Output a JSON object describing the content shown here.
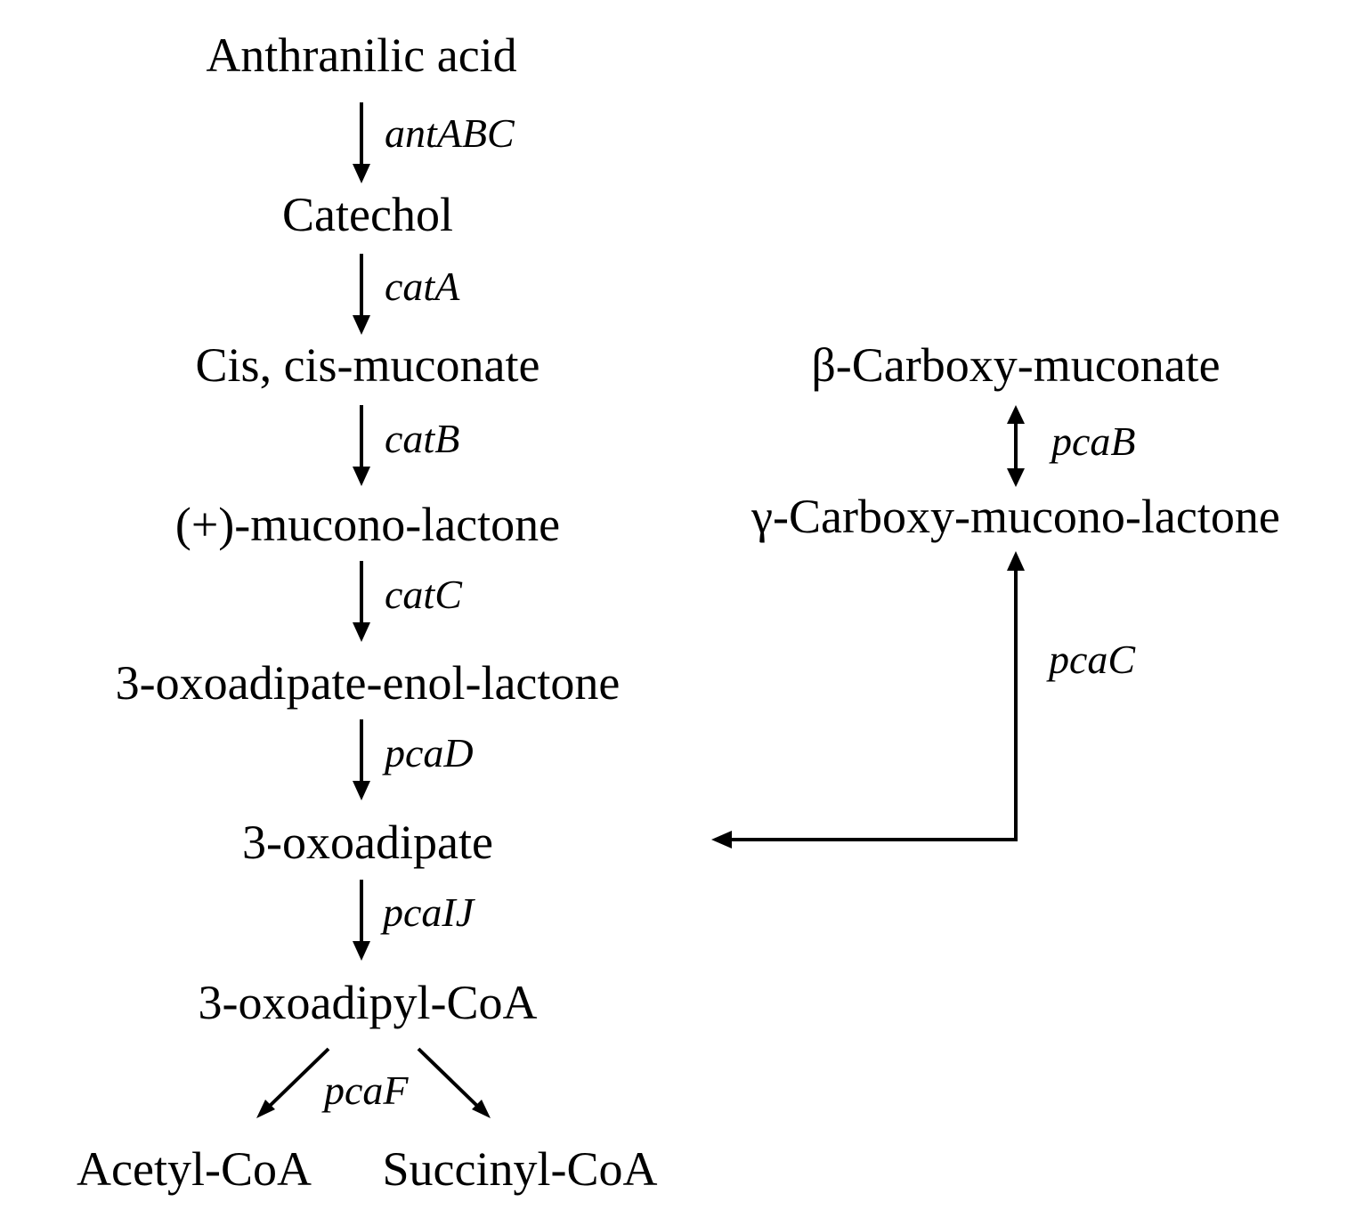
{
  "nodes": {
    "anthranilic_acid": "Anthranilic acid",
    "catechol": "Catechol",
    "cis_cis_muconate": "Cis, cis-muconate",
    "mucono_lactone": "(+)-mucono-lactone",
    "oxoadipate_enol_lactone": "3-oxoadipate-enol-lactone",
    "oxoadipate": "3-oxoadipate",
    "oxoadipyl_coa": "3-oxoadipyl-CoA",
    "acetyl_coa": "Acetyl-CoA",
    "succinyl_coa": "Succinyl-CoA",
    "beta_carboxy_muconate": "β-Carboxy-muconate",
    "gamma_carboxy_mucono_lactone": "γ-Carboxy-mucono-lactone"
  },
  "genes": {
    "antABC": "antABC",
    "catA": "catA",
    "catB": "catB",
    "catC": "catC",
    "pcaD": "pcaD",
    "pcaIJ": "pcaIJ",
    "pcaF": "pcaF",
    "pcaB": "pcaB",
    "pcaC": "pcaC"
  },
  "edges": [
    {
      "from": "Anthranilic acid",
      "to": "Catechol",
      "gene": "antABC"
    },
    {
      "from": "Catechol",
      "to": "Cis, cis-muconate",
      "gene": "catA"
    },
    {
      "from": "Cis, cis-muconate",
      "to": "(+)-mucono-lactone",
      "gene": "catB"
    },
    {
      "from": "(+)-mucono-lactone",
      "to": "3-oxoadipate-enol-lactone",
      "gene": "catC"
    },
    {
      "from": "3-oxoadipate-enol-lactone",
      "to": "3-oxoadipate",
      "gene": "pcaD"
    },
    {
      "from": "3-oxoadipate",
      "to": "3-oxoadipyl-CoA",
      "gene": "pcaIJ"
    },
    {
      "from": "3-oxoadipyl-CoA",
      "to": "Acetyl-CoA",
      "gene": "pcaF"
    },
    {
      "from": "3-oxoadipyl-CoA",
      "to": "Succinyl-CoA",
      "gene": "pcaF"
    },
    {
      "from": "β-Carboxy-muconate",
      "to": "γ-Carboxy-mucono-lactone",
      "gene": "pcaB",
      "reversible": true
    },
    {
      "from": "γ-Carboxy-mucono-lactone",
      "to": "3-oxoadipate",
      "gene": "pcaC",
      "bidirectional_heads": true
    }
  ]
}
